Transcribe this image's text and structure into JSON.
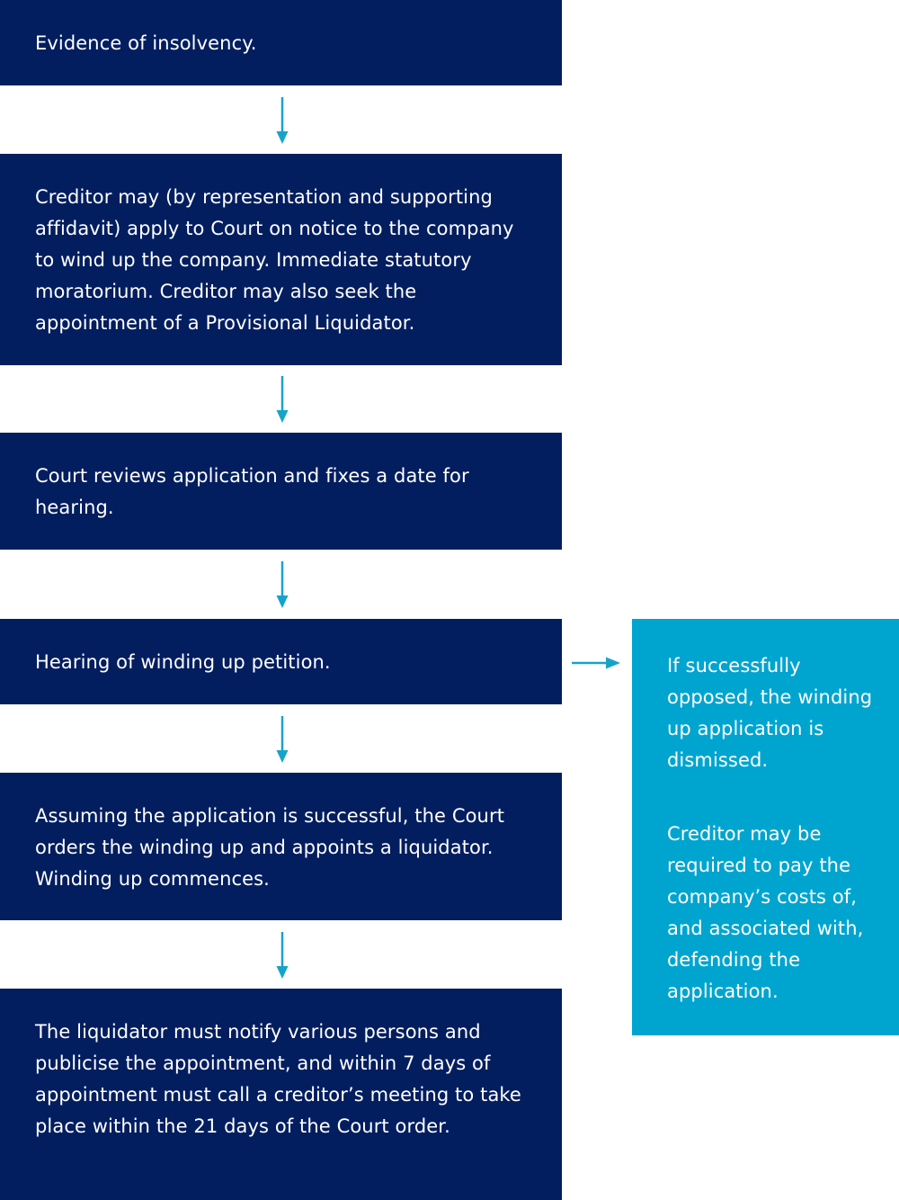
{
  "colors": {
    "primary_box": "#021e5f",
    "side_box": "#00a5cf",
    "arrow": "#17a3c8",
    "text": "#ffffff"
  },
  "steps": [
    {
      "text": "Evidence of insolvency."
    },
    {
      "text": "Creditor may (by representation and supporting affidavit) apply to Court on notice to the company to wind up the company. Immediate statutory moratorium. Creditor may also seek the appointment of a Provisional Liquidator."
    },
    {
      "text": "Court reviews application and fixes a date for hearing."
    },
    {
      "text": "Hearing of winding up petition."
    },
    {
      "text": "Assuming the application is successful, the Court orders the winding up and appoints a liquidator. Winding up commences."
    },
    {
      "text": "The liquidator must notify various persons and publicise the appointment, and within 7 days of appointment must call a creditor’s meeting to take place within the 21 days of the Court order."
    }
  ],
  "side_note": {
    "paragraph1": "If successfully opposed, the winding up application is dismissed.",
    "paragraph2": "Creditor may be required to pay the company’s costs of, and associated with, defending the application."
  },
  "icons": {
    "down_arrow": "arrow-down-icon",
    "right_arrow": "arrow-right-icon"
  }
}
